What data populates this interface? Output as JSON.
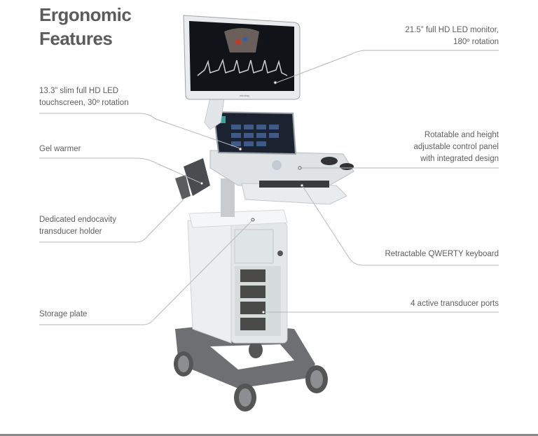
{
  "title": {
    "line1": "Ergonomic",
    "line2": "Features"
  },
  "callouts": {
    "monitor": {
      "line1": "21.5” full HD LED monitor,",
      "line2": "180º rotation"
    },
    "touchscreen": {
      "line1": "13.3” slim full HD LED",
      "line2": "touchscreen, 30º rotation"
    },
    "gel_warmer": {
      "line1": "Gel warmer"
    },
    "control_panel": {
      "line1": "Rotatable and height",
      "line2": "adjustable control panel",
      "line3": "with integrated design"
    },
    "endocavity": {
      "line1": "Dedicated endocavity",
      "line2": "transducer holder"
    },
    "keyboard": {
      "line1": "Retractable QWERTY keyboard"
    },
    "storage": {
      "line1": "Storage plate"
    },
    "ports": {
      "line1": "4 active transducer ports"
    }
  },
  "product": {
    "brand_logo": "mindray"
  },
  "colors": {
    "text": "#5e5e5e",
    "callout_line": "#b5b5b5",
    "body_gray": "#6b6d70",
    "screen": "#111418"
  }
}
